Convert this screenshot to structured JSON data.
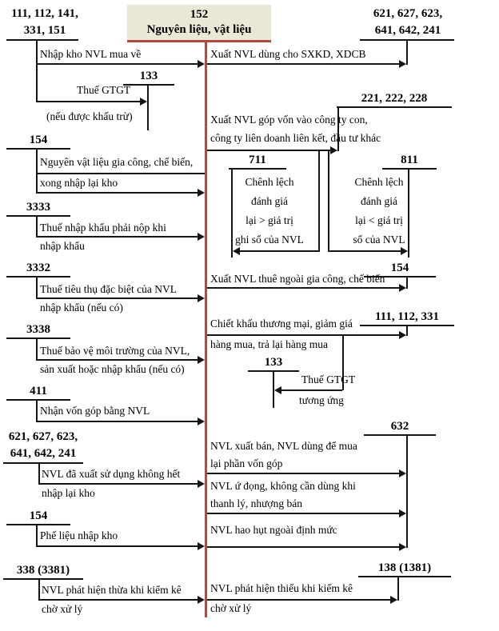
{
  "center": {
    "account_no": "152",
    "account_name": "Nguyên liệu, vật liệu"
  },
  "colors": {
    "center_line": "#b04a42",
    "header_bg": "#ece8d8",
    "ink": "#151515"
  },
  "debit": {
    "acc_cash": {
      "l1": "111, 112, 141,",
      "l2": "331, 151"
    },
    "purchase": "Nhập kho NVL mua về",
    "acc_133": "133",
    "vat": "Thuế GTGT",
    "vat_note": "(nếu được khấu trừ)",
    "acc_154": "154",
    "processing_l1": "Nguyên vật liệu gia công, chế biến,",
    "processing_l2": "xong nhập lại kho",
    "acc_3333": "3333",
    "import_tax_l1": "Thuế nhập khẩu phải nộp khi",
    "import_tax_l2": "nhập khẩu",
    "acc_3332": "3332",
    "excise_l1": "Thuế tiêu thụ đặc biệt của NVL",
    "excise_l2": "nhập khẩu (nếu có)",
    "acc_3338": "3338",
    "env_tax_l1": "Thuế bảo vệ môi trường của NVL,",
    "env_tax_l2": "sản xuất hoặc nhập khẩu (nếu có)",
    "acc_411": "411",
    "capital": "Nhận vốn góp bằng NVL",
    "acc_expense": {
      "l1": "621, 627, 623,",
      "l2": "641, 642, 241"
    },
    "unused_l1": "NVL đã xuất sử dụng không hết",
    "unused_l2": "nhập lại kho",
    "acc_154_scrap": "154",
    "scrap": "Phế liệu nhập kho",
    "acc_338": "338 (3381)",
    "surplus_l1": "NVL phát hiện thừa khi kiểm kê",
    "surplus_l2": "chờ xử lý"
  },
  "credit": {
    "acc_expense": {
      "l1": "621, 627, 623,",
      "l2": "641, 642, 241"
    },
    "production": "Xuất NVL dùng cho SXKD, XDCB",
    "acc_invest": "221, 222, 228",
    "invest_l1": "Xuất NVL góp vốn vào công ty con,",
    "invest_l2": "công ty liên doanh liên kết, đầu tư khác",
    "acc_711": "711",
    "gain_l1": "Chênh lệch",
    "gain_l2": "đánh giá",
    "gain_l3": "lại > giá trị",
    "gain_l4": "ghi sổ của NVL",
    "acc_811": "811",
    "loss_l1": "Chênh lệch",
    "loss_l2": "đánh giá",
    "loss_l3": "lại < giá trị",
    "loss_l4": "sổ của NVL",
    "acc_154": "154",
    "outsourcing": "Xuất NVL thuê ngoài gia công, chế biến",
    "acc_payment": "111, 112, 331",
    "discount_l1": "Chiết khấu thương mại, giảm giá",
    "discount_l2": "hàng mua, trả lại hàng mua",
    "acc_133": "133",
    "vat_l1": "Thuế GTGT",
    "vat_l2": "tương ứng",
    "acc_632": "632",
    "sale_l1": "NVL xuất bán, NVL dùng để mua",
    "sale_l2": "lại phần vốn góp",
    "stagnant_l1": "NVL ứ đọng, không cần dùng khi",
    "stagnant_l2": "thanh lý, nhượng bán",
    "shrinkage": "NVL hao hụt ngoài định mức",
    "acc_138": "138 (1381)",
    "shortage_l1": "NVL phát hiện thiếu khi kiểm kê",
    "shortage_l2": "chờ xử lý"
  }
}
